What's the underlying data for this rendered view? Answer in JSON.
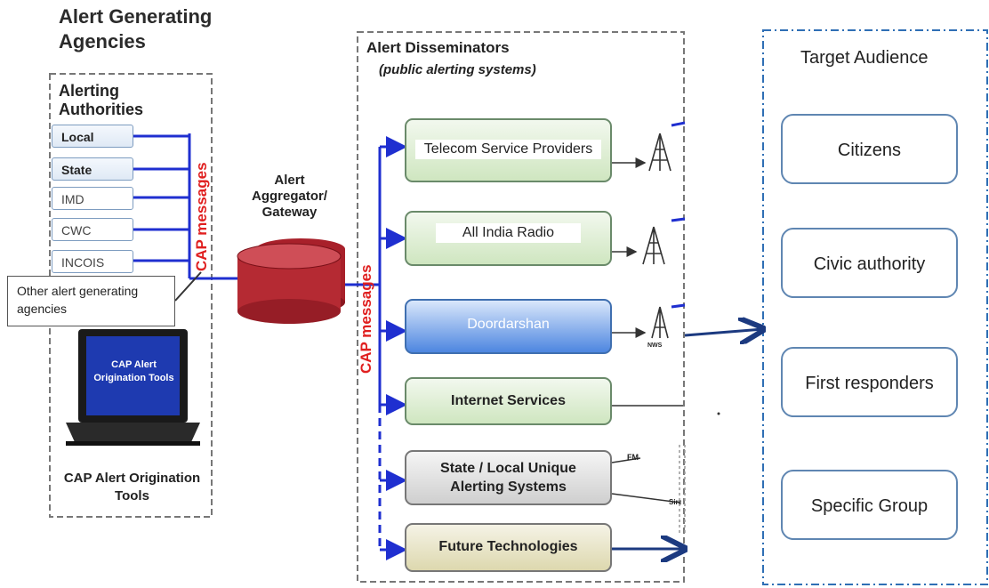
{
  "header": {
    "alert_generating_agencies": "Alert Generating Agencies"
  },
  "alerting_authorities": {
    "title": "Alerting Authorities",
    "items": [
      "Local",
      "State",
      "IMD",
      "CWC",
      "INCOIS"
    ],
    "other_agencies": "Other alert generating agencies",
    "laptop_screen": "CAP Alert Origination Tools",
    "tools_caption": "CAP Alert Origination Tools"
  },
  "cap_label": "CAP messages",
  "aggregator": {
    "label": "Alert Aggregator/ Gateway"
  },
  "disseminators": {
    "title": "Alert Disseminators",
    "subtitle": "(public alerting systems)",
    "items": [
      "Telecom Service Providers",
      "All India Radio",
      "Doordarshan",
      "Internet Services",
      "State / Local Unique Alerting Systems",
      "Future Technologies"
    ],
    "tower_label": "NWS",
    "fm_label": "FM",
    "sir_label": "Sire"
  },
  "audience": {
    "title": "Target Audience",
    "items": [
      "Citizens",
      "Civic authority",
      "First responders",
      "Specific Group"
    ]
  },
  "colors": {
    "line_blue": "#1f2fd0",
    "cap_red": "#e02020",
    "border_gray": "#777777",
    "audience_border": "#5f86b2"
  }
}
